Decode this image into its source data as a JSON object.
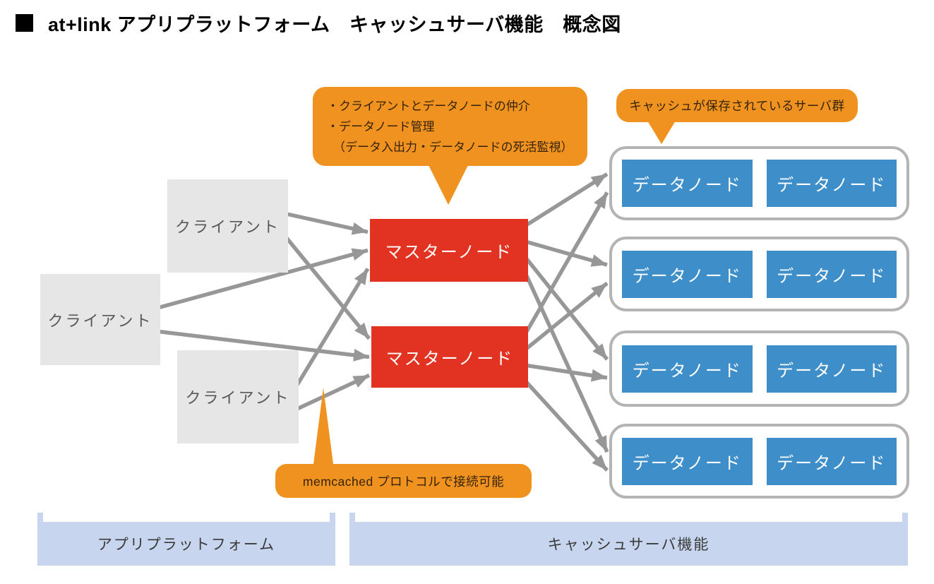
{
  "title": {
    "bullet_icon": "black-square",
    "text": "at+link アプリプラットフォーム　キャッシュサーバ機能　概念図"
  },
  "clients": [
    {
      "label": "クライアント"
    },
    {
      "label": "クライアント"
    },
    {
      "label": "クライアント"
    }
  ],
  "masters": [
    {
      "label": "マスターノード"
    },
    {
      "label": "マスターノード"
    }
  ],
  "server_groups": [
    {
      "nodes": [
        {
          "label": "データノード"
        },
        {
          "label": "データノード"
        }
      ]
    },
    {
      "nodes": [
        {
          "label": "データノード"
        },
        {
          "label": "データノード"
        }
      ]
    },
    {
      "nodes": [
        {
          "label": "データノード"
        },
        {
          "label": "データノード"
        }
      ]
    },
    {
      "nodes": [
        {
          "label": "データノード"
        },
        {
          "label": "データノード"
        }
      ]
    }
  ],
  "callouts": {
    "master_role": {
      "lines": [
        "・クライアントとデータノードの仲介",
        "・データノード管理",
        "（データ入出力・データノードの死活監視）"
      ]
    },
    "cache_servers": {
      "text": "キャッシュが保存されているサーバ群"
    },
    "memcached": {
      "text": "memcached プロトコルで接続可能"
    }
  },
  "bands": {
    "left": {
      "label": "アプリプラットフォーム"
    },
    "right": {
      "label": "キャッシュサーバ機能"
    }
  },
  "colors": {
    "client_gray": "#e6e6e6",
    "master_red": "#e23322",
    "node_blue": "#3e8ec9",
    "callout_orange": "#f0921f",
    "band_blue": "#c7d6ee",
    "group_border": "#b4b4b4",
    "arrow_gray": "#979797"
  },
  "connections": [
    {
      "from": "client-0",
      "to": "master-0"
    },
    {
      "from": "client-0",
      "to": "master-1"
    },
    {
      "from": "client-1",
      "to": "master-0"
    },
    {
      "from": "client-1",
      "to": "master-1"
    },
    {
      "from": "client-2",
      "to": "master-0"
    },
    {
      "from": "client-2",
      "to": "master-1"
    },
    {
      "from": "master-0",
      "to": "group-0"
    },
    {
      "from": "master-0",
      "to": "group-1"
    },
    {
      "from": "master-0",
      "to": "group-2"
    },
    {
      "from": "master-0",
      "to": "group-3"
    },
    {
      "from": "master-1",
      "to": "group-0"
    },
    {
      "from": "master-1",
      "to": "group-1"
    },
    {
      "from": "master-1",
      "to": "group-2"
    },
    {
      "from": "master-1",
      "to": "group-3"
    }
  ]
}
